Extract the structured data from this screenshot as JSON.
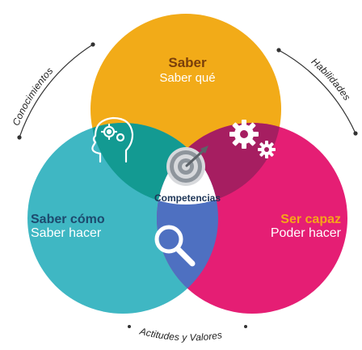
{
  "circles": {
    "top": {
      "title": "Saber",
      "subtitle": "Saber qué",
      "color": "#f2ab18",
      "title_color": "#7a3f0b"
    },
    "left": {
      "title": "Saber cómo",
      "subtitle": "Saber hacer",
      "color": "#3fb7c3",
      "title_color": "#1d4a6e"
    },
    "right": {
      "title": "Ser capaz",
      "subtitle": "Poder hacer",
      "color": "#e51e74",
      "title_color": "#f6a51a"
    }
  },
  "overlaps": {
    "top_left_color": "#139a92",
    "top_right_color": "#a61e61",
    "left_right_color": "#4e70c1"
  },
  "center": {
    "label": "Competencias",
    "color": "#ffffff"
  },
  "outer_labels": {
    "left": "Conocimientos",
    "right": "Habilidades",
    "bottom": "Actitudes y Valores"
  },
  "icons": {
    "top_left": "head-gear-icon",
    "top_right": "gears-icon",
    "center": "target-icon",
    "bottom": "magnifier-icon"
  }
}
